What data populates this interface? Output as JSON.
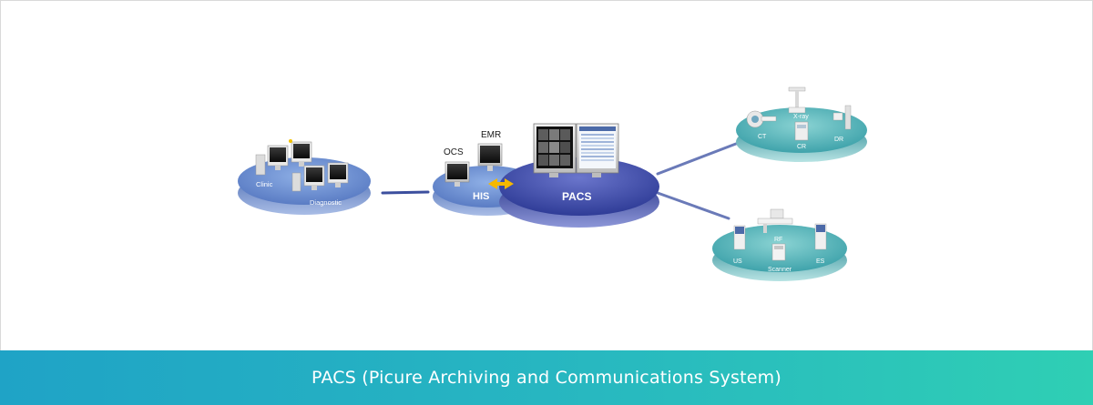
{
  "caption": "PACS (Picure Archiving and Communications System)",
  "colors": {
    "caption_gradient_start": "#1fa3c6",
    "caption_gradient_end": "#2fcfb4",
    "hospital_disc": "#6f8fcf",
    "pacs_disc": "#3a4aa8",
    "modality_disc": "#4fb3b8"
  },
  "nodes": {
    "clinic_group": {
      "labels": [
        "Clinic",
        "Diagnostic"
      ]
    },
    "his_group": {
      "labels": [
        "OCS",
        "EMR",
        "HIS"
      ]
    },
    "pacs": {
      "label": "PACS"
    },
    "modality_top": {
      "labels": [
        "CT",
        "X-ray",
        "CR",
        "DR"
      ]
    },
    "modality_bottom": {
      "labels": [
        "US",
        "RF",
        "Scanner",
        "ES"
      ]
    }
  },
  "icons": [
    "monitor-icon",
    "workstation-icon",
    "xray-machine-icon",
    "ultrasound-icon",
    "scanner-icon",
    "bidirectional-arrow-icon"
  ]
}
